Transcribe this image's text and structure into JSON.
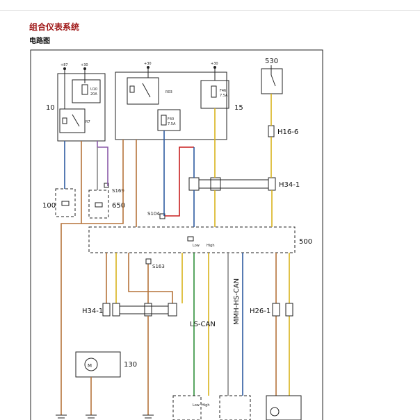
{
  "page": {
    "title": "组合仪表系统",
    "subtitle": "电路图"
  },
  "labels": {
    "box_10": "10",
    "box_15": "15",
    "box_530": "530",
    "conn_h16_6": "H16-6",
    "conn_h34_1_right": "H34-1",
    "box_100": "100",
    "box_650": "650",
    "splice_s169": "S169",
    "splice_s104": "S104",
    "box_500": "500",
    "splice_s163": "S163",
    "conn_h34_1_left": "H34-1",
    "conn_h26_1": "H26-1",
    "box_130": "130",
    "bus_ls_can": "LS-CAN",
    "bus_mmh_hs_can": "MMH-HS-CAN",
    "supply_87": "+87",
    "supply_30a": "+30",
    "supply_30b": "+30",
    "supply_30c": "+30",
    "fuse_u10": "U10",
    "fuse_u10_rating": "20A",
    "relay_r7": "R7",
    "relay_r03": "R03",
    "fuse_f40": "F40",
    "fuse_f40_rating": "7.5A",
    "fuse_f46": "F46",
    "fuse_f46_rating": "7.5A",
    "low": "Low",
    "high": "High",
    "low2": "Low",
    "high2": "High"
  },
  "colors": {
    "title_red": "#a01a1a",
    "wire_brown": "#b5733a",
    "wire_red": "#c81e1e",
    "wire_blue": "#2d5aa0",
    "wire_yellow": "#d9b21a",
    "wire_green": "#2f8f3a",
    "wire_black": "#222222",
    "wire_violet": "#8a5aa8",
    "wire_gray": "#888888"
  }
}
